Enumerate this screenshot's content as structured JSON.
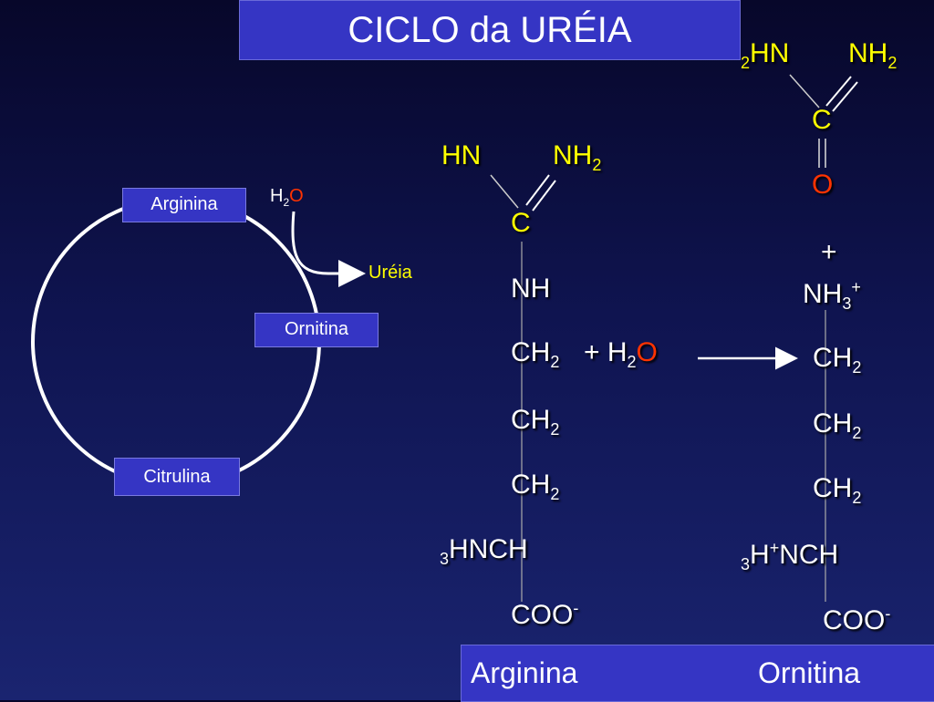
{
  "title": "CICLO da URÉIA",
  "cycle": {
    "arginina": "Arginina",
    "ornitina": "Ornitina",
    "citrulina": "Citrulina",
    "water_h": "H",
    "water_sub": "2",
    "water_o": "O",
    "ureia": "Uréia"
  },
  "arginine_structure": {
    "hn": "HN",
    "nh2_main": "NH",
    "nh2_sub": "2",
    "c": "C",
    "nh": "NH",
    "ch2_1": "CH",
    "ch2_1_sub": "2",
    "plus_water_plus": "+ H",
    "plus_water_sub": "2",
    "plus_water_o": "O",
    "ch2_2": "CH",
    "ch2_2_sub": "2",
    "ch2_3": "CH",
    "ch2_3_sub": "2",
    "hnch_pre": "3",
    "hnch": "HNCH",
    "coo": "COO",
    "coo_sup": "-"
  },
  "urea_structure": {
    "hn_pre": "2",
    "hn": "HN",
    "nh2_main": "NH",
    "nh2_sub": "2",
    "c": "C",
    "o": "O",
    "plus": "+"
  },
  "ornithine_structure": {
    "nh3": "NH",
    "nh3_sub": "3",
    "nh3_sup": "+",
    "ch2_1": "CH",
    "ch2_1_sub": "2",
    "ch2_2": "CH",
    "ch2_2_sub": "2",
    "ch2_3": "CH",
    "ch2_3_sub": "2",
    "hnch_pre": "3",
    "hnch_h": "H",
    "hnch_sup": "+",
    "hnch_rest": "NCH",
    "coo": "COO",
    "coo_sup": "-"
  },
  "bottom_bar": {
    "left": "Arginina",
    "right": "Ornitina"
  },
  "colors": {
    "highlight": "#ffff00",
    "oxygen": "#ff3300",
    "box": "#3535c4",
    "background_top": "#07072a",
    "background_bottom": "#1a2470"
  }
}
